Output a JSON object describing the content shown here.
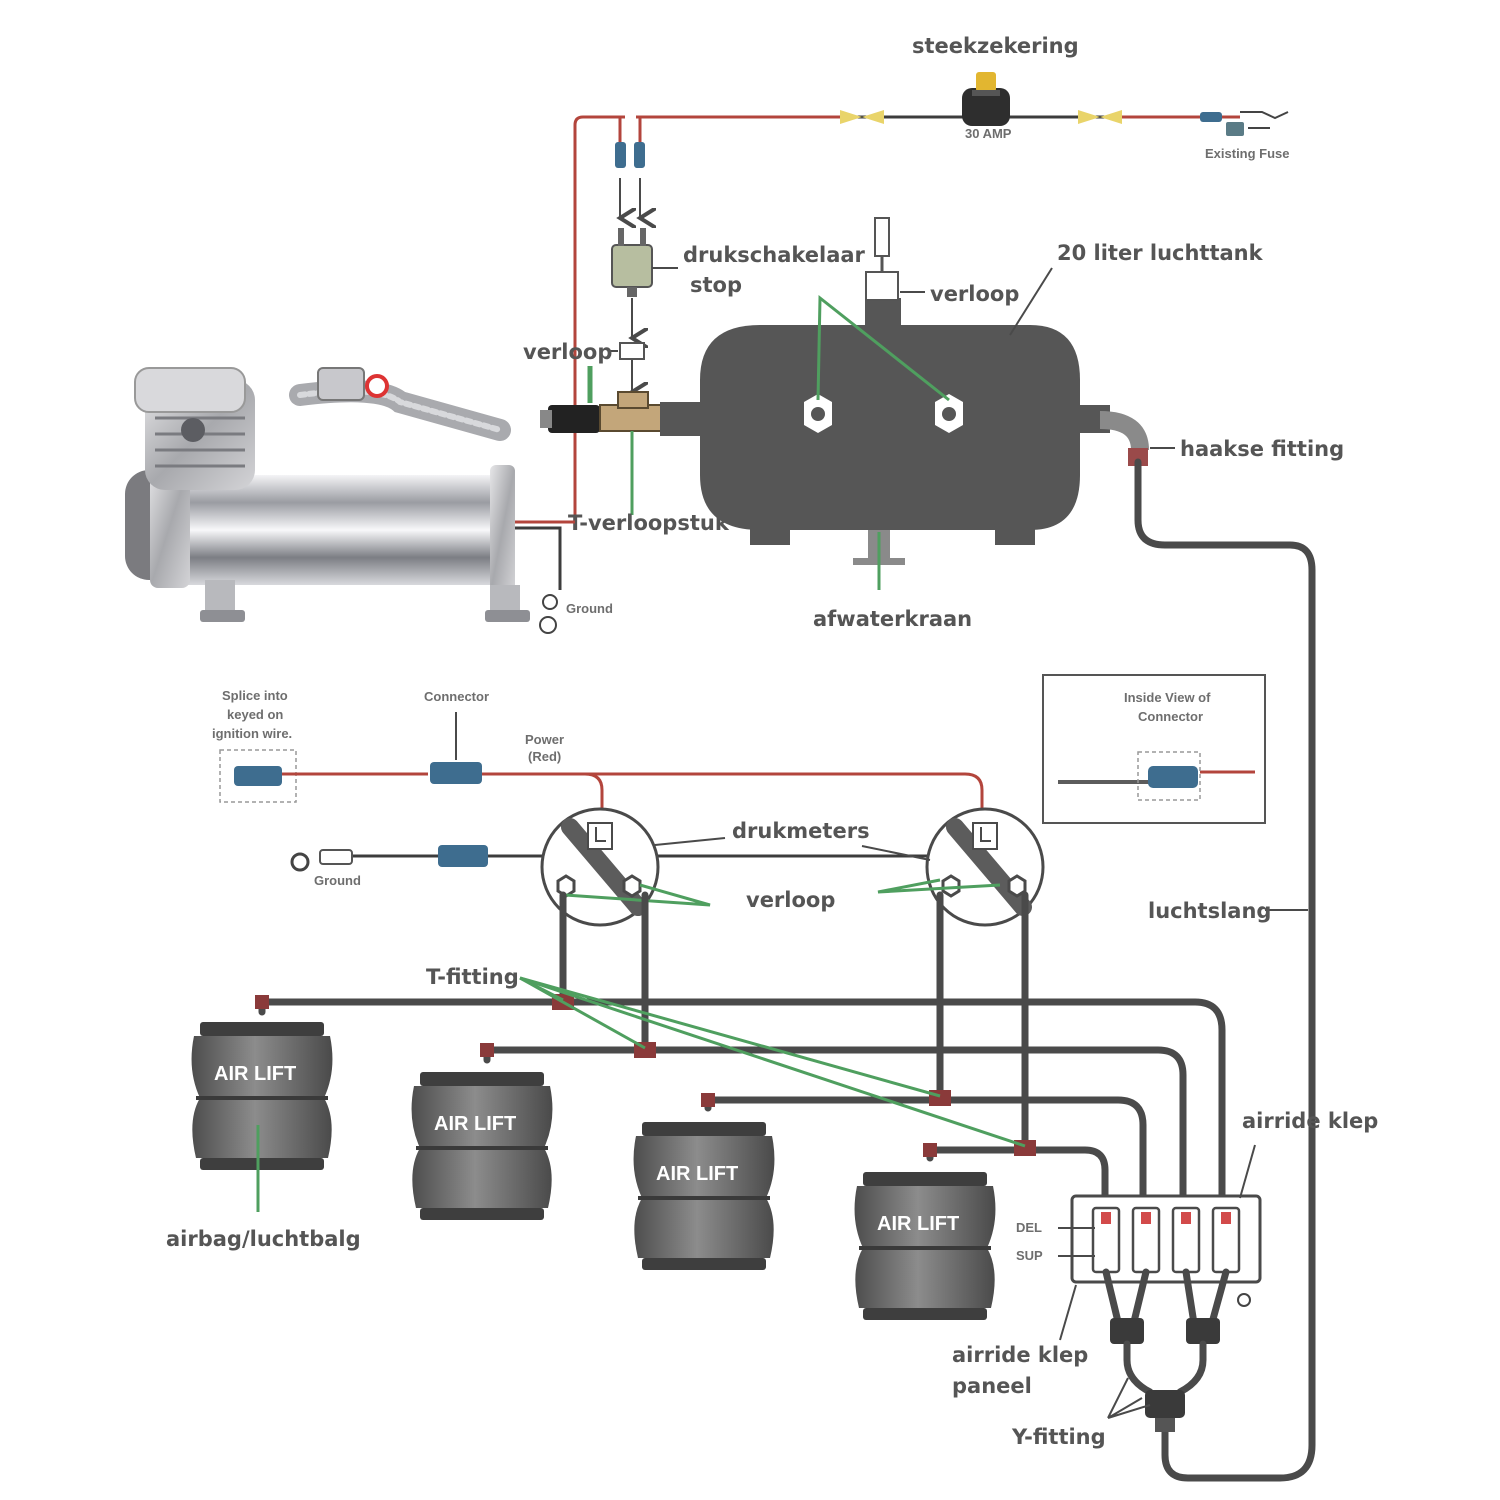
{
  "labels": {
    "steekzekering": "steekzekering",
    "amp": "30 AMP",
    "existing_fuse": "Existing Fuse",
    "drukschakelaar_1": "drukschakelaar",
    "drukschakelaar_2": "stop",
    "verloop_top": "verloop",
    "luchttank": "20 liter luchttank",
    "verloop_left": "verloop",
    "haakse_fitting": "haakse fitting",
    "t_verloopstuk": "T-verloopstuk",
    "ground_top": "Ground",
    "afwaterkraan": "afwaterkraan",
    "splice_1": "Splice into",
    "splice_2": "keyed on",
    "splice_3": "ignition wire.",
    "connector": "Connector",
    "power_1": "Power",
    "power_2": "(Red)",
    "inside_view_1": "Inside View of",
    "inside_view_2": "Connector",
    "drukmeters": "drukmeters",
    "ground_mid": "Ground",
    "verloop_mid": "verloop",
    "luchtslang": "luchtslang",
    "t_fitting": "T-fitting",
    "airride_klep": "airride klep",
    "airbag": "airbag/luchtbalg",
    "del": "DEL",
    "sup": "SUP",
    "paneel_1": "airride klep",
    "paneel_2": "paneel",
    "y_fitting": "Y-fitting"
  },
  "bags": [
    "AIR LIFT",
    "AIR LIFT",
    "AIR LIFT",
    "AIR LIFT"
  ],
  "colors": {
    "text": "#555555",
    "hose": "#4a4a4a",
    "power_wire": "#b3453c",
    "leader_green": "#4f9f5f",
    "tank": "#565656",
    "connector_blue": "#3e6d8f"
  }
}
